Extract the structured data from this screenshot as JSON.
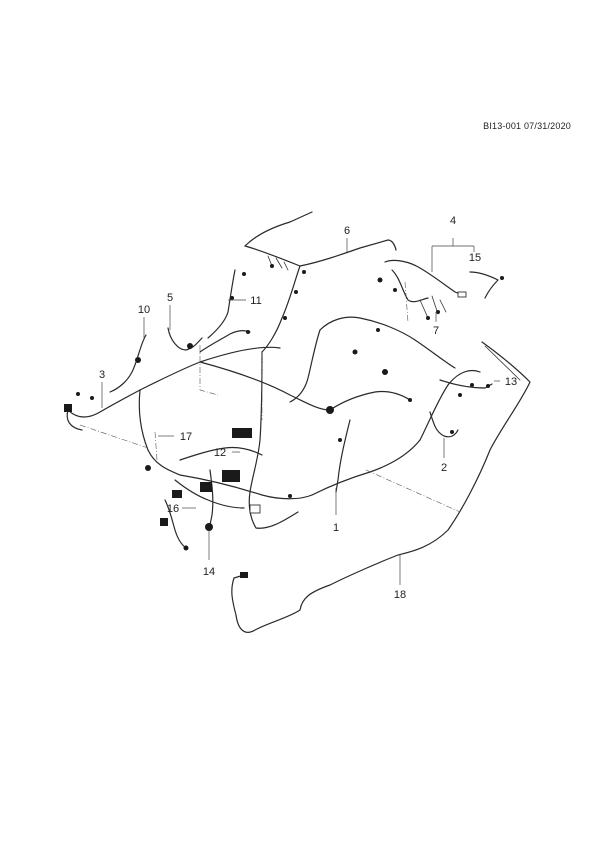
{
  "reference": {
    "code": "BI13-001",
    "date": "07/31/2020",
    "text": "BI13-001  07/31/2020"
  },
  "callouts": {
    "c1": "1",
    "c2": "2",
    "c3": "3",
    "c4": "4",
    "c5": "5",
    "c6": "6",
    "c7": "7",
    "c10": "10",
    "c11": "11",
    "c12": "12",
    "c13": "13",
    "c14": "14",
    "c15": "15",
    "c16": "16",
    "c17": "17",
    "c18": "18"
  }
}
